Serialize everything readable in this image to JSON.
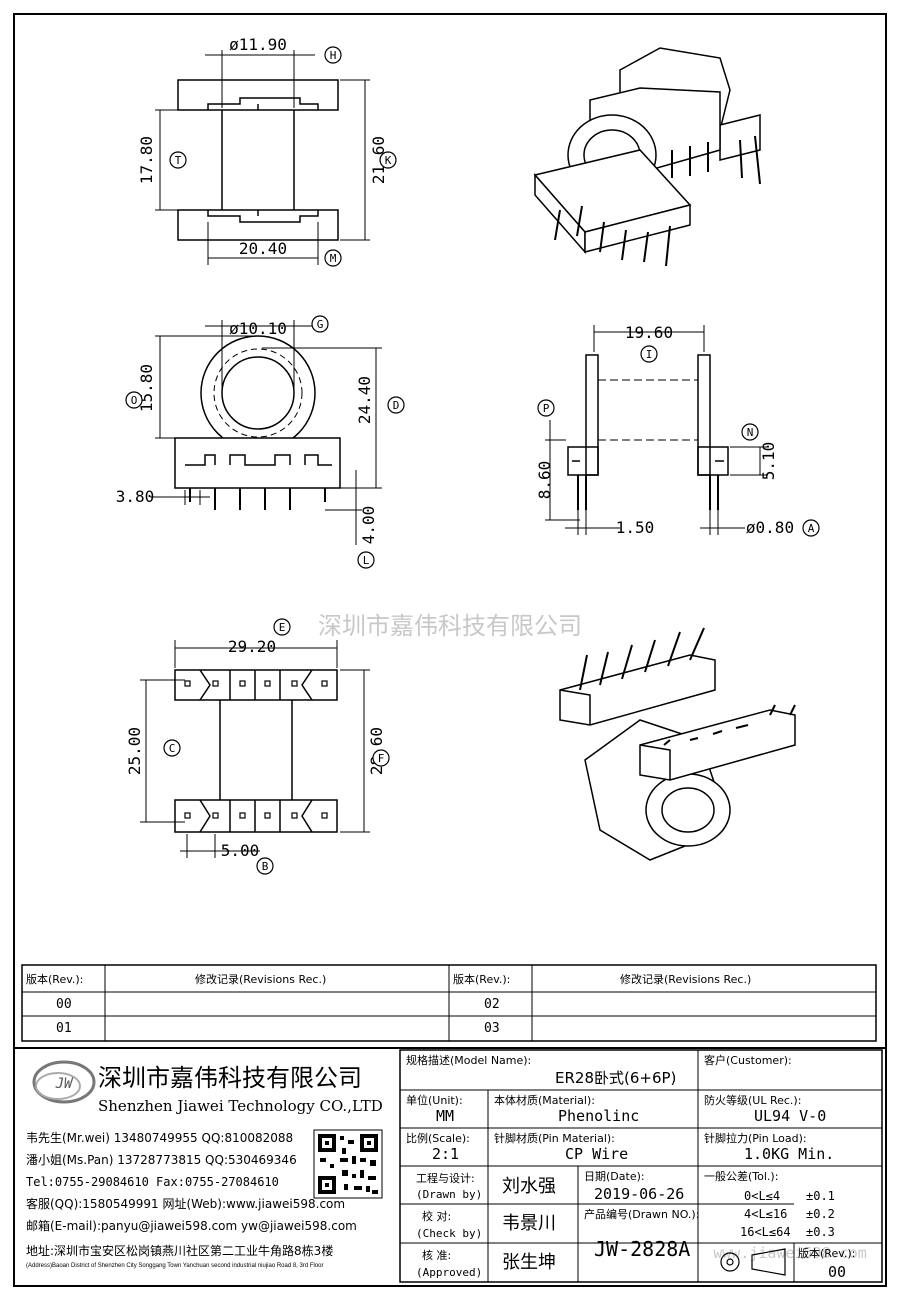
{
  "dimensions": {
    "d_11_90": "ø11.90",
    "d_17_80": "17.80",
    "d_21_60": "21.60",
    "d_20_40": "20.40",
    "d_10_10": "ø10.10",
    "d_15_80": "15.80",
    "d_24_40": "24.40",
    "d_3_80": "3.80",
    "d_4_00": "4.00",
    "d_19_60": "19.60",
    "d_8_60": "8.60",
    "d_5_10": "5.10",
    "d_1_50": "1.50",
    "d_0_80": "ø0.80",
    "d_29_20": "29.20",
    "d_25_00": "25.00",
    "d_28_60": "28.60",
    "d_5_00": "5.00"
  },
  "callouts": [
    "H",
    "T",
    "K",
    "M",
    "G",
    "O",
    "D",
    "L",
    "I",
    "P",
    "N",
    "A",
    "E",
    "C",
    "F",
    "B"
  ],
  "watermark": "深圳市嘉伟科技有限公司",
  "watermark_url": "www.jiawei598.com",
  "revision_table": {
    "h_rev": "版本(Rev.):",
    "h_rec": "修改记录(Revisions Rec.)",
    "rows": [
      [
        "00",
        "02"
      ],
      [
        "01",
        "03"
      ]
    ]
  },
  "company": {
    "logo_text": "JW",
    "name_cn": "深圳市嘉伟科技有限公司",
    "name_en": "Shenzhen Jiawei Technology CO.,LTD",
    "contacts": [
      "韦先生(Mr.wei) 13480749955 QQ:810082088",
      "潘小姐(Ms.Pan) 13728773815 QQ:530469346",
      "Tel:0755-29084610      Fax:0755-27084610",
      "客服(QQ):1580549991   网址(Web):www.jiawei598.com",
      "邮箱(E-mail):panyu@jiawei598.com  yw@jiawei598.com"
    ],
    "address_cn": "地址:深圳市宝安区松岗镇燕川社区第二工业牛角路8栋3楼",
    "address_en": "(Address)Baoan District of Shenzhen City Songgang Town Yanchuan  second industrial niujiao Road 8, 3rd Floor"
  },
  "title_block": {
    "model_label": "规格描述(Model Name):",
    "model_value": "ER28卧式(6+6P)",
    "customer_label": "客户(Customer):",
    "unit_label": "单位(Unit):",
    "unit_value": "MM",
    "material_label": "本体材质(Material):",
    "material_value": "Phenolinc",
    "ul_label": "防火等级(UL Rec.):",
    "ul_value": "UL94 V-0",
    "scale_label": "比例(Scale):",
    "scale_value": "2:1",
    "pin_mat_label": "针脚材质(Pin Material):",
    "pin_mat_value": "CP Wire",
    "pin_load_label": "针脚拉力(Pin Load):",
    "pin_load_value": "1.0KG Min.",
    "drawn_label_cn": "工程与设计:",
    "drawn_label_en": "(Drawn by)",
    "drawn_value": "刘水强",
    "date_label": "日期(Date):",
    "date_value": "2019-06-26",
    "tol_label": "一般公差(Tol.):",
    "tol_rows": [
      [
        "0<L≤4",
        "±0.1"
      ],
      [
        "4<L≤16",
        "±0.2"
      ],
      [
        "16<L≤64",
        "±0.3"
      ]
    ],
    "check_label_cn": "校  对:",
    "check_label_en": "(Check by)",
    "check_value": "韦景川",
    "drawno_label": "产品编号(Drawn NO.):",
    "drawno_value": "JW-2828A",
    "rev_label": "版本(Rev.):",
    "rev_value": "00",
    "approve_label_cn": "核  准:",
    "approve_label_en": "(Approved)",
    "approve_value": "张生坤"
  }
}
